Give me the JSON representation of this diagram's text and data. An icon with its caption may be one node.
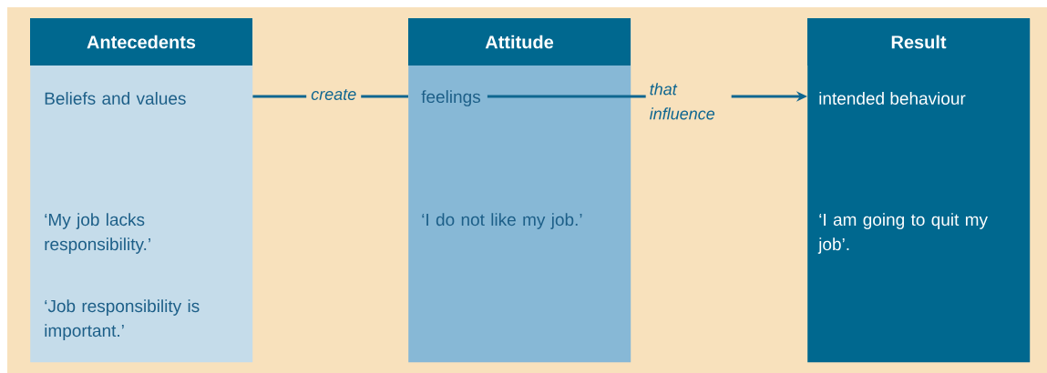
{
  "diagram": {
    "nodes": [
      {
        "text": [
          "Antecedents"
        ]
      },
      {
        "text": [
          "Beliefs and values"
        ],
        "in": 0
      },
      {
        "text": [
          "‘My job lacks responsibility.’"
        ],
        "in": 0
      },
      {
        "text": [
          "‘Job responsibility is important.’"
        ],
        "in": 0
      },
      {
        "text": [
          "Attitude"
        ]
      },
      {
        "text": [
          "feelings"
        ],
        "in": 4
      },
      {
        "text": [
          "‘I do not like my job.’"
        ],
        "in": 4
      },
      {
        "text": [
          "Result"
        ]
      },
      {
        "text": [
          "intended behaviour"
        ],
        "in": 7
      },
      {
        "text": [
          "‘I am going to quit my job’."
        ],
        "in": 7
      }
    ],
    "edges": [
      {
        "from": 1,
        "to": 5,
        "arrow": "none",
        "label": "create"
      },
      {
        "from": 5,
        "to": 8,
        "arrow": "to",
        "label": "that influence"
      }
    ]
  }
}
